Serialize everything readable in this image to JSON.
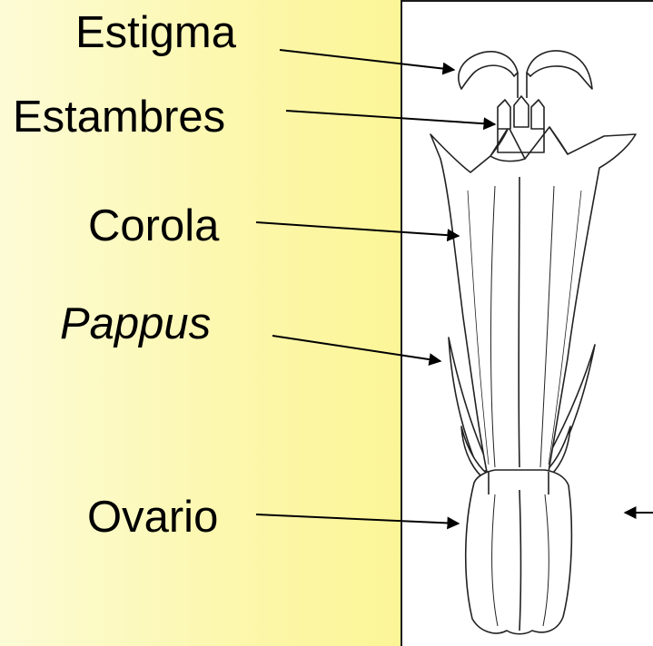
{
  "labels": {
    "estigma": "Estigma",
    "estambres": "Estambres",
    "corola": "Corola",
    "pappus": "Pappus",
    "ovario": "Ovario"
  },
  "colors": {
    "background_left": "#fdfbd6",
    "background_right": "#fdf27a",
    "panel": "#ffffff",
    "ink": "#000000"
  }
}
